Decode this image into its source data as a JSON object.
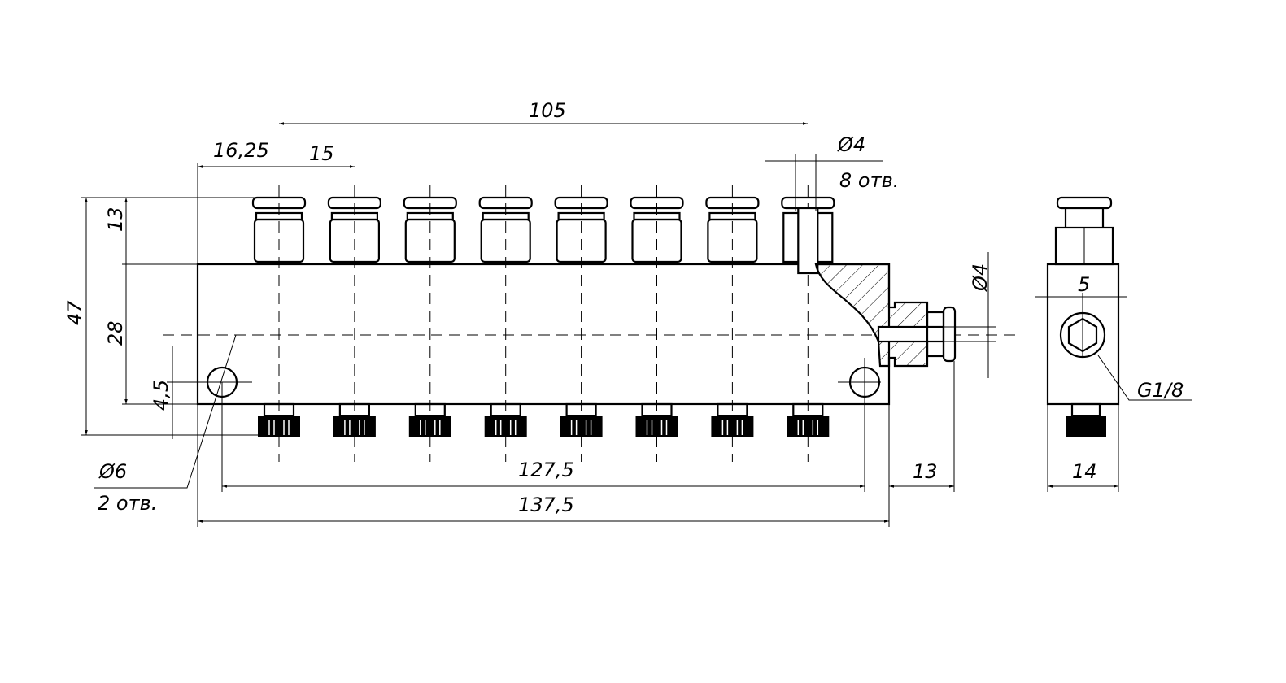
{
  "drawing": {
    "title": "Manifold block with 8 push-in fittings",
    "dimensions": {
      "pitch_total": "105",
      "first_offset": "16,25",
      "pitch": "15",
      "outlet_diameter": "Ø4",
      "outlet_count": "8 отв.",
      "fitting_height": "13",
      "total_height": "47",
      "block_height": "28",
      "hole_offset": "4,5",
      "mount_hole_diameter": "Ø6",
      "mount_hole_count": "2 отв.",
      "hole_spacing": "127,5",
      "block_length": "137,5",
      "inlet_length": "13",
      "inlet_diameter": "Ø4",
      "hex_offset": "5",
      "thread": "G1/8",
      "block_width": "14"
    },
    "fitting_count": 8
  }
}
